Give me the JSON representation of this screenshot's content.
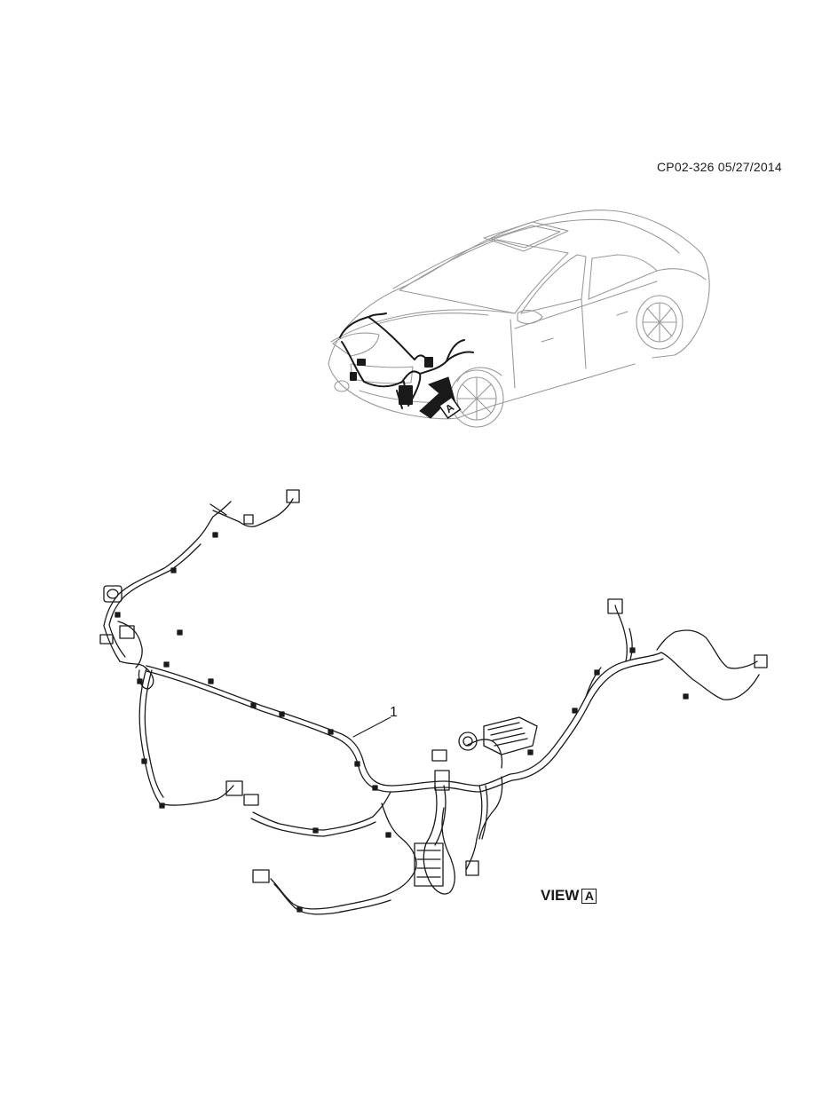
{
  "header": {
    "document_code": "CP02-326 05/27/2014"
  },
  "car_view": {
    "callout_letter": "A"
  },
  "harness": {
    "part_number": "1"
  },
  "view_label": {
    "prefix": "VIEW",
    "letter": "A"
  },
  "icons": [
    "car-outline-icon",
    "view-arrow-icon",
    "connector-icon",
    "fuse-box-icon",
    "harness-clip-icon"
  ],
  "colors": {
    "line_light": "#9a9a9a",
    "line_dark": "#1a1a1a",
    "background": "#ffffff"
  }
}
